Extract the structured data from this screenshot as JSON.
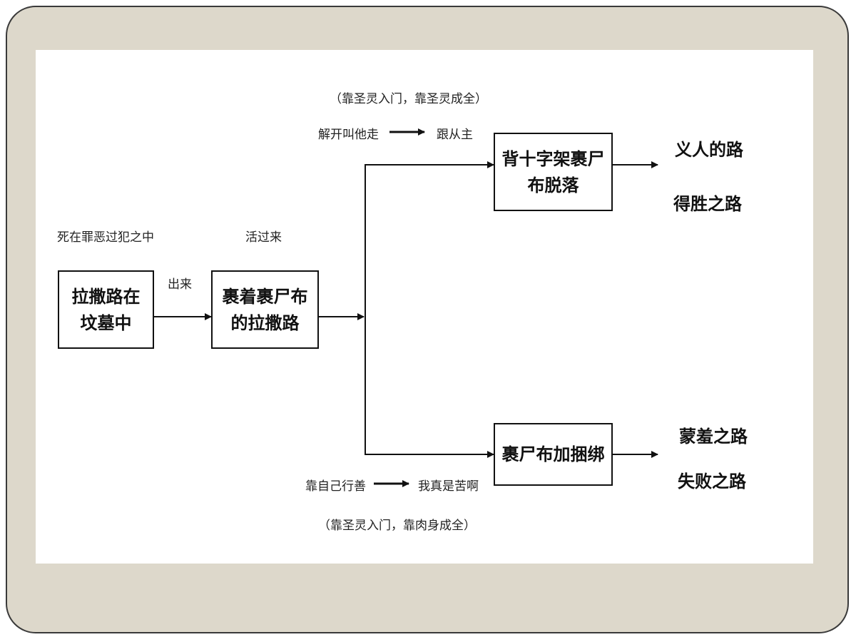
{
  "annotations": {
    "top_note": "（靠圣灵入门，靠圣灵成全）",
    "top_left": "解开叫他走",
    "top_right": "跟从主",
    "dead_in_sin": "死在罪恶过犯之中",
    "come_out": "出来",
    "come_alive": "活过来",
    "bottom_left": "靠自己行善",
    "bottom_right": "我真是苦啊",
    "bottom_note": "（靠圣灵入门，靠肉身成全）"
  },
  "boxes": {
    "tomb": "拉撒路在\n坟墓中",
    "wrapped": "裹着裹尸布\n的拉撒路",
    "cross": "背十字架裹尸\n布脱落",
    "bound": "裹尸布加捆绑"
  },
  "outcomes": {
    "righteous_road": "义人的路",
    "victory_road": "得胜之路",
    "shame_road": "蒙羞之路",
    "failure_road": "失败之路"
  }
}
